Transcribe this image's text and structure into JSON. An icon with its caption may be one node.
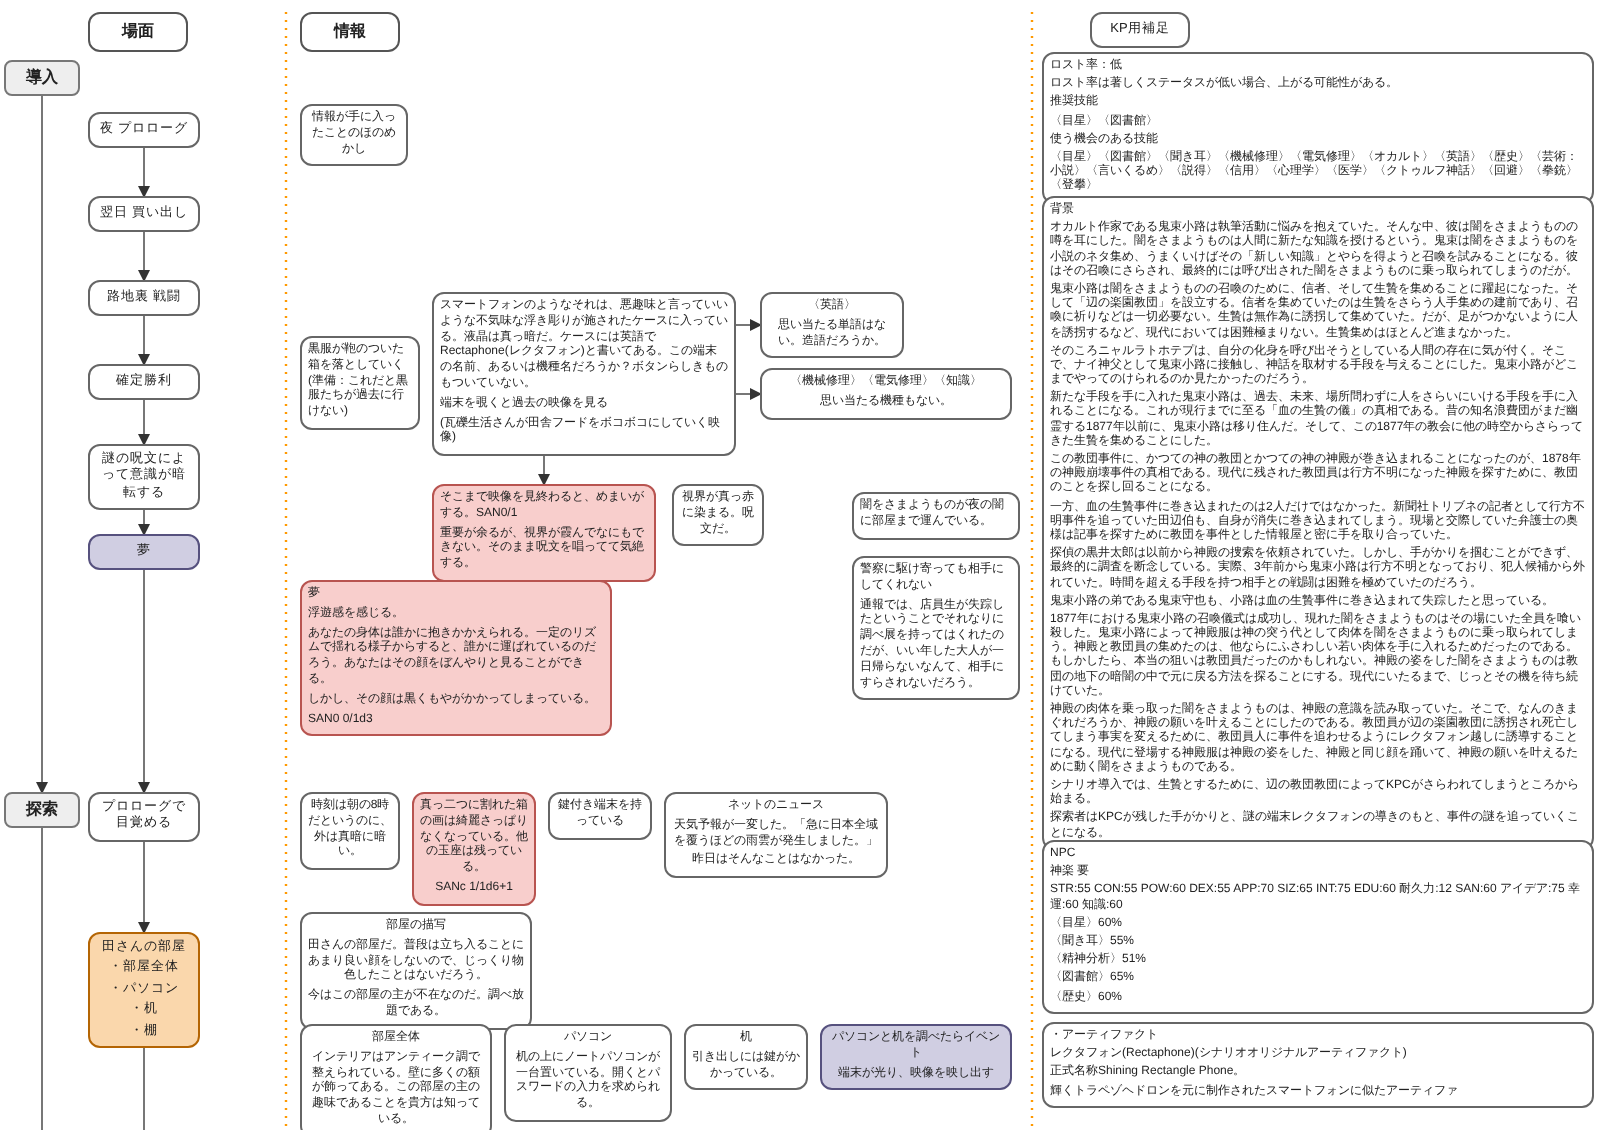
{
  "diagram": {
    "nodes": [
      {
        "text": [
          "場面"
        ]
      },
      {
        "text": [
          "情報"
        ]
      },
      {
        "text": [
          "KP用補足"
        ]
      },
      {
        "text": [
          "導入"
        ]
      },
      {
        "text": [
          "夜 プロローグ"
        ]
      },
      {
        "text": [
          "翌日 買い出し"
        ]
      },
      {
        "text": [
          "路地裏 戦闘"
        ]
      },
      {
        "text": [
          "確定勝利"
        ]
      },
      {
        "text": [
          "謎の呪文によって意識が暗転する"
        ]
      },
      {
        "text": [
          "夢"
        ]
      },
      {
        "text": [
          "探索"
        ]
      },
      {
        "text": [
          "プロローグで目覚める"
        ]
      },
      {
        "text": [
          "田さんの部屋",
          "・部屋全体",
          "・パソコン",
          "・机",
          "・棚"
        ]
      },
      {
        "text": [
          "情報が手に入ったことのほのめかし"
        ]
      },
      {
        "text": [
          "黒服が鞄のついた箱を落としていく (準備：これだと黒服たちが過去に行けない)"
        ]
      },
      {
        "text": [
          "スマートフォンのようなそれは、悪趣味と言っていいような不気味な浮き彫りが施されたケースに入っている。液晶は真っ暗だ。ケースには英語でRectaphone(レクタフォン)と書いてある。この端末の名前、あるいは機種名だろうか？ボタンらしきものもついていない。",
          "端末を覗くと過去の映像を見る",
          "(瓦礫生活さんが田舎フードをボコボコにしていく映像)"
        ]
      },
      {
        "text": [
          "〈英語〉",
          "思い当たる単語はない。造語だろうか。"
        ]
      },
      {
        "text": [
          "〈機械修理〉〈電気修理〉〈知識〉",
          "思い当たる機種もない。"
        ]
      },
      {
        "text": [
          "そこまで映像を見終わると、めまいがする。SAN0/1",
          "重要が余るが、視界が霞んでなにもできない。そのまま呪文を唱ってて気絶する。"
        ]
      },
      {
        "text": [
          "視界が真っ赤に染まる。呪文だ。"
        ]
      },
      {
        "text": [
          "夢",
          "浮遊感を感じる。",
          "あなたの身体は誰かに抱きかかえられる。一定のリズムで揺れる様子からすると、誰かに運ばれているのだろう。あなたはその顔をぼんやりと見ることができる。",
          "しかし、その顔は黒くもやがかかってしまっている。",
          "SAN0 0/1d3"
        ]
      },
      {
        "text": [
          "時刻は朝の8時だというのに、外は真暗に暗い。"
        ]
      },
      {
        "text": [
          "真っ二つに割れた箱の画は綺麗さっぱりなくなっている。他の玉座は残っている。",
          "SANc 1/1d6+1"
        ]
      },
      {
        "text": [
          "鍵付き端末を持っている"
        ]
      },
      {
        "text": [
          "ネットのニュース",
          "天気予報が一変した。「急に日本全域を覆うほどの雨雲が発生しました。」",
          "昨日はそんなことはなかった。"
        ]
      },
      {
        "text": [
          "部屋の描写",
          "田さんの部屋だ。普段は立ち入ることにあまり良い顔をしないので、じっくり物色したことはないだろう。",
          "今はこの部屋の主が不在なのだ。調べ放題である。"
        ]
      },
      {
        "text": [
          "部屋全体",
          "インテリアはアンティーク調で整えられている。壁に多くの額が飾ってある。この部屋の主の趣味であることを貴方は知っている。"
        ]
      },
      {
        "text": [
          "パソコン",
          "机の上にノートパソコンが一台置いている。開くとパスワードの入力を求められる。"
        ]
      },
      {
        "text": [
          "机",
          "引き出しには鍵がかかっている。"
        ]
      },
      {
        "text": [
          "パソコンと机を調べたらイベント",
          "端末が光り、映像を映し出す"
        ]
      },
      {
        "text": [
          "ロスト率：低",
          "ロスト率は著しくステータスが低い場合、上がる可能性がある。",
          "推奨技能",
          "〈目星〉〈図書館〉",
          "使う機会のある技能",
          "〈目星〉〈図書館〉〈聞き耳〉〈機械修理〉〈電気修理〉〈オカルト〉〈英語〉〈歴史〉〈芸術：小説〉〈言いくるめ〉〈説得〉〈信用〉〈心理学〉〈医学〉〈クトゥルフ神話〉〈回避〉〈拳銃〉〈登攀〉"
        ]
      },
      {
        "text": [
          "背景",
          "オカルト作家である鬼束小路は執筆活動に悩みを抱えていた。そんな中、彼は闇をさまようものの噂を耳にした。闇をさまようものは人間に新たな知識を授けるという。鬼束は闇をさまようものを小説のネタ集め、うまくいけばその「新しい知識」とやらを得ようと召喚を試みることになる。彼はその召喚にさらされ、最終的には呼び出された闇をさまようものに乗っ取られてしまうのだが。",
          "鬼束小路は闇をさまようものの召喚のために、信者、そして生贄を集めることに躍起になった。そして「辺の楽園教団」を設立する。信者を集めていたのは生贄をさらう人手集めの建前であり、召喚に祈りなどは一切必要ない。生贄は無作為に誘拐して集めていた。だが、足がつかないように人を誘拐するなど、現代においては困難極まりない。生贄集めはほとんど進まなかった。",
          "そのころニャルラトホテプは、自分の化身を呼び出そうとしている人間の存在に気が付く。そこで、ナイ神父として鬼束小路に接触し、神話を取材する手段を与えることにした。鬼束小路がどこまでやってのけられるのか見たかったのだろう。",
          "新たな手段を手に入れた鬼束小路は、過去、未来、場所問わずに人をさらいにいける手段を手に入れることになる。これが現行までに至る「血の生贄の儀」の真相である。昔の知名浪費団がまだ幽霊する1877年以前に、鬼束小路は移り住んだ。そして、この1877年の教会に他の時空からさらってきた生贄を集めることにした。",
          "この教団事件に、かつての神の教団とかつての神の神殿が巻き込まれることになったのが、1878年の神殿崩壊事件の真相である。現代に残された教団員は行方不明になった神殿を探すために、教団のことを探し回ることになる。",
          "一方、血の生贄事件に巻き込まれたのは2人だけではなかった。新聞社トリブネの記者として行方不明事件を追っていた田辺伯も、自身が消失に巻き込まれてしまう。現場と交際していた弁護士の奥様は記事を探すために教団を事件とした情報屋と密に手を取り合っていた。",
          "探偵の黒井太郎は以前から神殿の捜索を依頼されていた。しかし、手がかりを掴むことができず、最終的に調査を断念している。実際、3年前から鬼束小路は行方不明となっており、犯人候補から外れていた。時間を超える手段を持つ相手との戦闘は困難を極めていたのだろう。",
          "鬼束小路の弟である鬼束守也も、小路は血の生贄事件に巻き込まれて失踪したと思っている。",
          "1877年における鬼束小路の召喚儀式は成功し、現れた闇をさまようものはその場にいた全員を喰い殺した。鬼束小路によって神殿服は神の突う代として肉体を闇をさまようものに乗っ取られてしまう。神殿と教団員の集めたのは、他ならにふさわしい若い肉体を手に入れるためだったのである。もしかしたら、本当の狙いは教団員だったのかもしれない。神殿の姿をした闇をさまようものは教団の地下の暗闇の中で元に戻る方法を探ることにする。現代にいたるまで、じっとその機を待ち続けていた。",
          "神殿の肉体を乗っ取った闇をさまようものは、神殿の意識を読み取っていた。そこで、なんのきまぐれだろうか、神殿の願いを叶えることにしたのである。教団員が辺の楽園教団に誘拐され死亡してしまう事実を変えるために、教団員人に事件を追わせるようにレクタフォン越しに誘導することになる。現代に登場する神殿服は神殿の姿をした、神殿と同じ顔を踊いて、神殿の願いを叶えるために動く闇をさまようものである。",
          "シナリオ導入では、生贄とするために、辺の教団教団によってKPCがさらわれてしまうところから始まる。",
          "探索者はKPCが残した手がかりと、謎の端末レクタフォンの導きのもと、事件の謎を追っていくことになる。"
        ]
      },
      {
        "text": [
          "闇をさまようものが夜の闇に部屋まで運んでいる。"
        ]
      },
      {
        "text": [
          "警察に駆け寄っても相手にしてくれない",
          "通報では、店員生が失踪したということでそれなりに調べ展を持ってはくれたのだが、いい年した大人が一日帰らないなんて、相手にすらされないだろう。"
        ]
      },
      {
        "text": [
          "NPC",
          "神楽 要",
          "STR:55 CON:55 POW:60 DEX:55 APP:70 SIZ:65 INT:75 EDU:60 耐久力:12 SAN:60 アイデア:75 幸運:60 知識:60",
          "〈目星〉60%",
          "〈聞き耳〉55%",
          "〈精神分析〉51%",
          "〈図書館〉65%",
          "〈歴史〉60%"
        ]
      },
      {
        "text": [
          "・アーティファクト",
          "レクタフォン(Rectaphone)(シナリオオリジナルアーティファクト)",
          "正式名称Shining Rectangle Phone。",
          "輝くトラペゾヘドロンを元に制作されたスマートフォンに似たアーティファ"
        ]
      }
    ],
    "edges": [
      {
        "from": 3,
        "to": 10,
        "arrow": "to"
      },
      {
        "from": 10,
        "to": null,
        "arrow": "none"
      },
      {
        "from": 4,
        "to": 5,
        "arrow": "to"
      },
      {
        "from": 5,
        "to": 6,
        "arrow": "to"
      },
      {
        "from": 6,
        "to": 7,
        "arrow": "to"
      },
      {
        "from": 7,
        "to": 8,
        "arrow": "to"
      },
      {
        "from": 8,
        "to": 9,
        "arrow": "to"
      },
      {
        "from": 9,
        "to": 11,
        "arrow": "to"
      },
      {
        "from": 11,
        "to": 12,
        "arrow": "to"
      },
      {
        "from": 12,
        "to": null,
        "arrow": "none"
      },
      {
        "from": 15,
        "to": 16,
        "arrow": "to"
      },
      {
        "from": 15,
        "to": 17,
        "arrow": "to"
      },
      {
        "from": 15,
        "to": 18,
        "arrow": "to"
      }
    ]
  }
}
